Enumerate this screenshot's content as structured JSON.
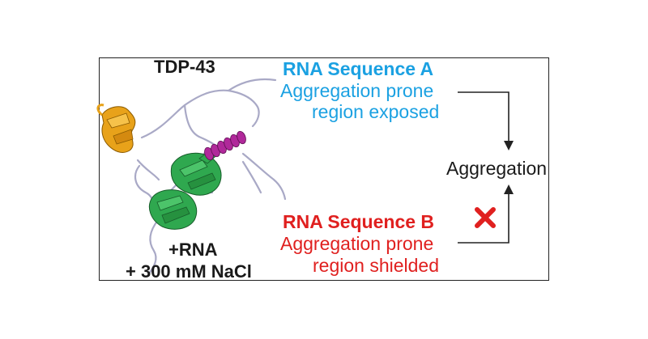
{
  "protein": {
    "name": "TDP-43",
    "condition_line1": "+RNA",
    "condition_line2": "+ 300 mM NaCl",
    "domain_colors": {
      "n_terminal": "#e8a21a",
      "rrm": "#2fa84f",
      "helix": "#b0289a",
      "coil": "#b8b8d0"
    }
  },
  "sequence_a": {
    "title": "RNA Sequence A",
    "line1": "Aggregation prone",
    "line2": "region exposed",
    "color": "#1ba1e2"
  },
  "sequence_b": {
    "title": "RNA Sequence B",
    "line1": "Aggregation prone",
    "line2": "region shielded",
    "color": "#e0201f"
  },
  "outcome": {
    "label": "Aggregation",
    "blocked_marker": "x-mark-icon",
    "blocked_color": "#e0201f"
  }
}
